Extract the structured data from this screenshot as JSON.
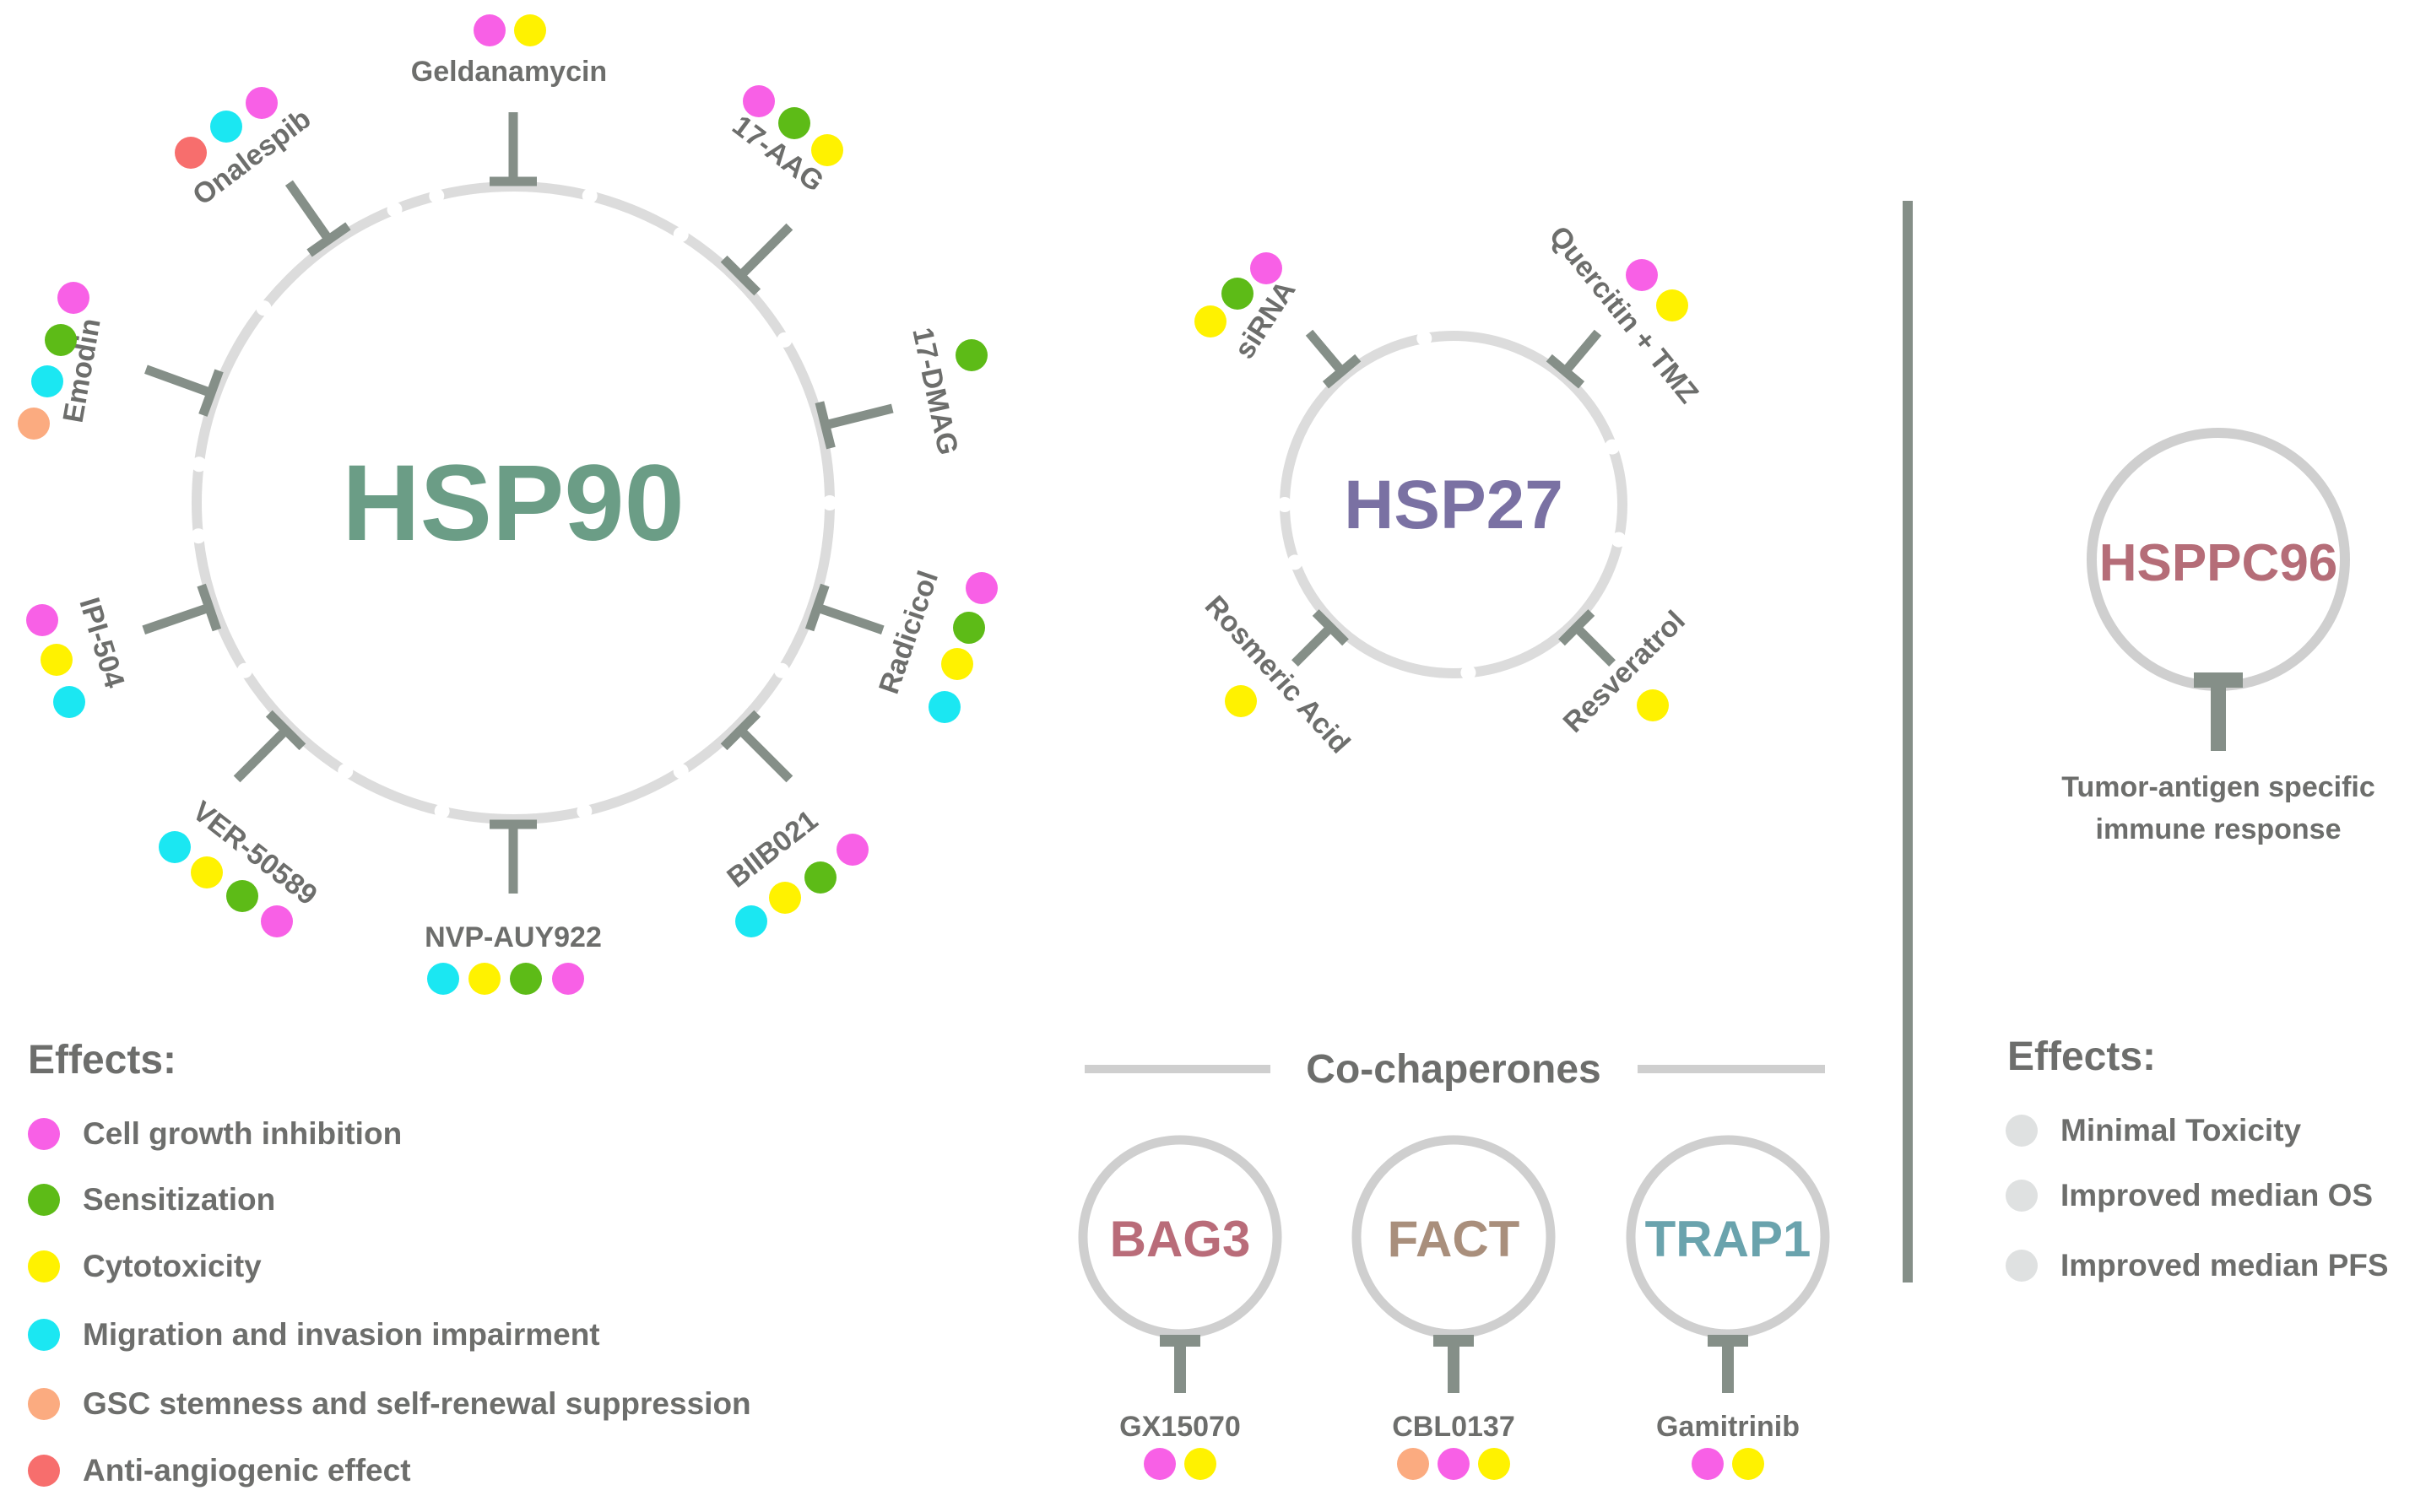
{
  "colors": {
    "line": "#858f88",
    "ring": "#dcdcdc",
    "ring_dark": "#cfcfcf",
    "text": "#6d6e6c",
    "hsp90": "#6b9d86",
    "hsp27": "#7a71a3",
    "hsppc96": "#b56d78",
    "bag3": "#b96c79",
    "fact": "#a98f7c",
    "trap1": "#6aa3ad"
  },
  "effect_colors": {
    "growth": "#f860e6",
    "sensitization": "#5dbb17",
    "cytotoxicity": "#fff200",
    "migration": "#1be7f2",
    "stemness": "#fbab80",
    "angiogenic": "#f76e6d",
    "clinical": "#dfe1e1"
  },
  "hsp90": {
    "label": "HSP90",
    "drugs": [
      {
        "name": "Geldanamycin",
        "effects": [
          "growth",
          "cytotoxicity"
        ]
      },
      {
        "name": "17-AAG",
        "effects": [
          "growth",
          "sensitization",
          "cytotoxicity"
        ]
      },
      {
        "name": "17-DMAG",
        "effects": [
          "sensitization"
        ]
      },
      {
        "name": "Radicicol",
        "effects": [
          "growth",
          "sensitization",
          "cytotoxicity",
          "migration"
        ]
      },
      {
        "name": "BIIB021",
        "effects": [
          "growth",
          "sensitization",
          "cytotoxicity",
          "migration"
        ]
      },
      {
        "name": "NVP-AUY922",
        "effects": [
          "migration",
          "cytotoxicity",
          "sensitization",
          "growth"
        ]
      },
      {
        "name": "VER-50589",
        "effects": [
          "migration",
          "cytotoxicity",
          "sensitization",
          "growth"
        ]
      },
      {
        "name": "IPI-504",
        "effects": [
          "growth",
          "cytotoxicity",
          "migration"
        ]
      },
      {
        "name": "Emodin",
        "effects": [
          "growth",
          "sensitization",
          "migration",
          "stemness"
        ]
      },
      {
        "name": "Onalespib",
        "effects": [
          "growth",
          "migration",
          "angiogenic"
        ]
      }
    ]
  },
  "hsp27": {
    "label": "HSP27",
    "drugs": [
      {
        "name": "siRNA",
        "effects": [
          "growth",
          "sensitization",
          "cytotoxicity"
        ]
      },
      {
        "name": "Quercitin + TMZ",
        "effects": [
          "growth",
          "cytotoxicity"
        ]
      },
      {
        "name": "Resveratrol",
        "effects": [
          "cytotoxicity"
        ]
      },
      {
        "name": "Rosmeric Acid",
        "effects": [
          "cytotoxicity"
        ]
      }
    ]
  },
  "hsppc96": {
    "label": "HSPPC96",
    "target": [
      "Tumor-antigen specific",
      "immune response"
    ]
  },
  "cochaperones": {
    "title": "Co-chaperones",
    "items": [
      {
        "label": "BAG3",
        "drug": "GX15070",
        "effects": [
          "growth",
          "cytotoxicity"
        ]
      },
      {
        "label": "FACT",
        "drug": "CBL0137",
        "effects": [
          "stemness",
          "growth",
          "cytotoxicity"
        ]
      },
      {
        "label": "TRAP1",
        "drug": "Gamitrinib",
        "effects": [
          "growth",
          "cytotoxicity"
        ]
      }
    ]
  },
  "legend_left": {
    "title": "Effects:",
    "items": [
      {
        "key": "growth",
        "label": "Cell growth inhibition"
      },
      {
        "key": "sensitization",
        "label": "Sensitization"
      },
      {
        "key": "cytotoxicity",
        "label": "Cytotoxicity"
      },
      {
        "key": "migration",
        "label": "Migration and invasion impairment"
      },
      {
        "key": "stemness",
        "label": "GSC stemness and self-renewal suppression"
      },
      {
        "key": "angiogenic",
        "label": "Anti-angiogenic effect"
      }
    ]
  },
  "legend_right": {
    "title": "Effects:",
    "items": [
      {
        "key": "clinical",
        "label": "Minimal Toxicity"
      },
      {
        "key": "clinical",
        "label": "Improved median OS"
      },
      {
        "key": "clinical",
        "label": "Improved median PFS"
      }
    ]
  }
}
